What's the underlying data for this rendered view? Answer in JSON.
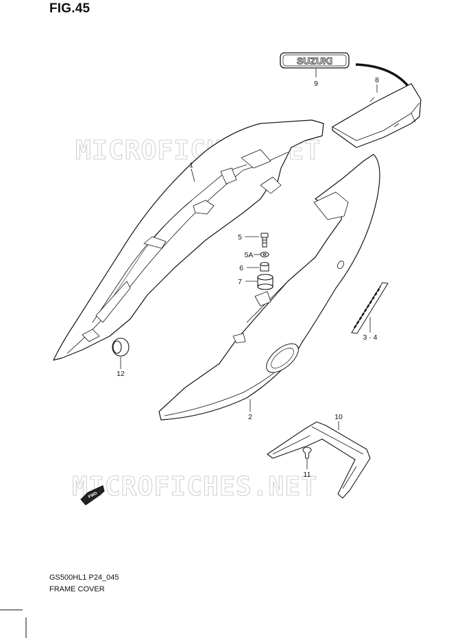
{
  "figure": {
    "title": "FIG.45",
    "code": "GS500HL1 P24_045",
    "name": "FRAME COVER"
  },
  "watermark": "MICROFICHES.NET",
  "emblem_text": "SUZUKI",
  "fwd_text": "FWD",
  "parts": [
    {
      "id": "1",
      "label": "1"
    },
    {
      "id": "2",
      "label": "2"
    },
    {
      "id": "3-4",
      "label": "3 · 4"
    },
    {
      "id": "5",
      "label": "5"
    },
    {
      "id": "5A",
      "label": "5A"
    },
    {
      "id": "6",
      "label": "6"
    },
    {
      "id": "7",
      "label": "7"
    },
    {
      "id": "8",
      "label": "8"
    },
    {
      "id": "9",
      "label": "9"
    },
    {
      "id": "10",
      "label": "10"
    },
    {
      "id": "11",
      "label": "11"
    },
    {
      "id": "12",
      "label": "12"
    }
  ],
  "colors": {
    "line": "#111111",
    "watermark": "#c9c9c9"
  }
}
